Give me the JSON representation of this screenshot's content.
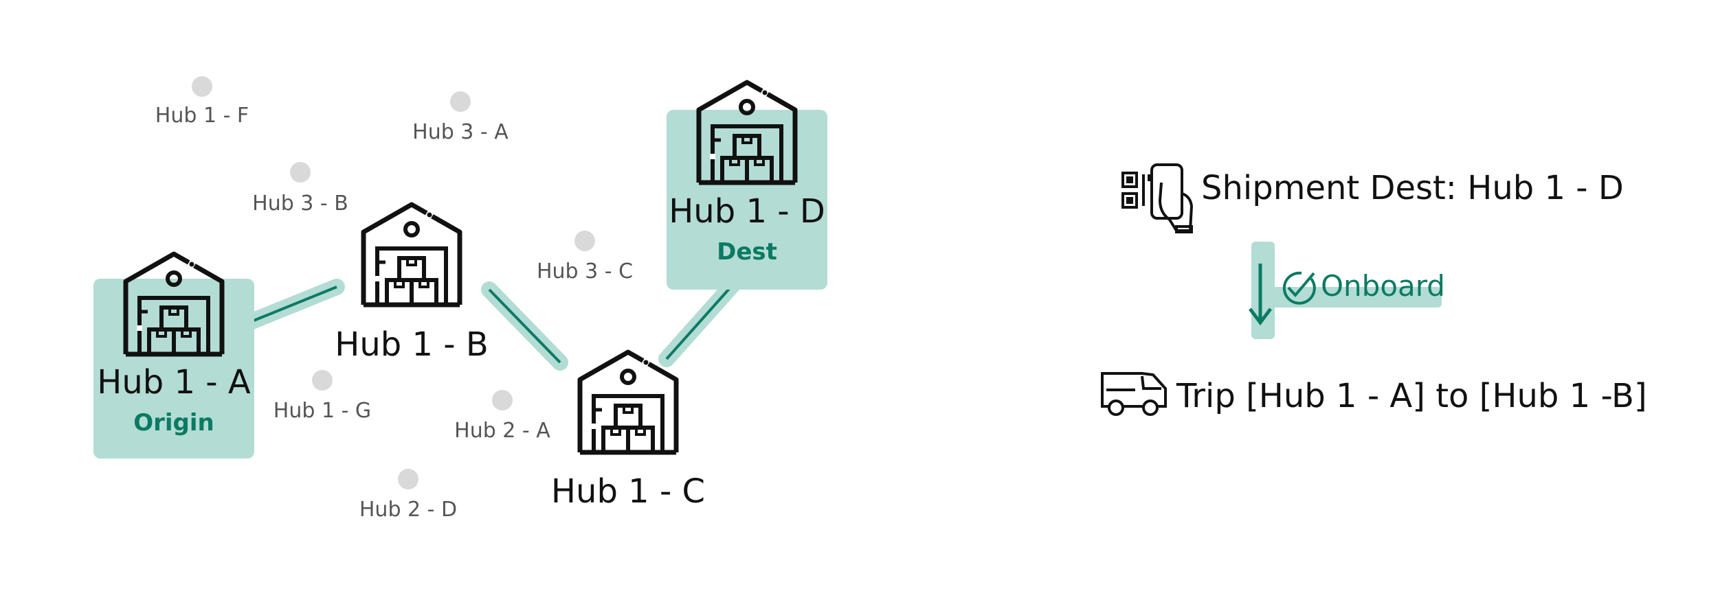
{
  "hubs": {
    "a": {
      "label": "Hub 1 - A",
      "tag": "Origin"
    },
    "b": {
      "label": "Hub 1 - B"
    },
    "c": {
      "label": "Hub 1 - C"
    },
    "d": {
      "label": "Hub 1 - D",
      "tag": "Dest"
    }
  },
  "minor_hubs": [
    {
      "label": "Hub 1 - F"
    },
    {
      "label": "Hub 3 - A"
    },
    {
      "label": "Hub 3 - B"
    },
    {
      "label": "Hub 3 - C"
    },
    {
      "label": "Hub 1 - G"
    },
    {
      "label": "Hub 2 - A"
    },
    {
      "label": "Hub 2 - D"
    }
  ],
  "flow": {
    "shipment_label": "Shipment Dest: Hub 1 - D",
    "status_label": "Onboard",
    "trip_label": "Trip [Hub 1 - A] to [Hub 1 -B]"
  },
  "colors": {
    "accent": "#0b7a63",
    "highlight": "#b3dcd4",
    "node": "#d9d9d9",
    "ink": "#111111"
  },
  "icons": {
    "hub": "warehouse-icon",
    "shipment": "qr-phone-scan-icon",
    "status": "check-circle-icon",
    "trip": "delivery-van-icon",
    "direction": "arrow-down-icon"
  }
}
